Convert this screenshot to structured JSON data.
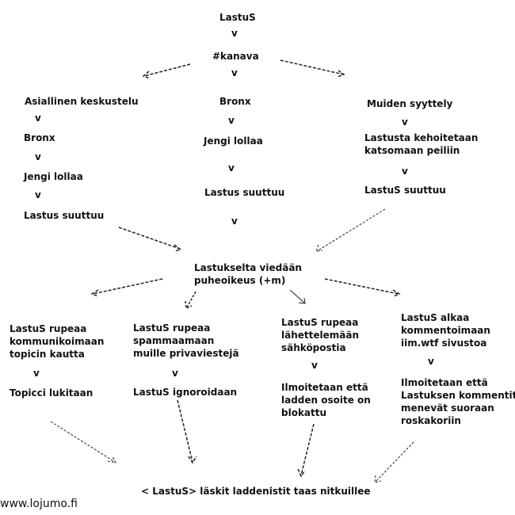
{
  "diagram": {
    "root": "LastuS",
    "channel": "#kanava",
    "branches_top": {
      "left": [
        "Asiallinen keskustelu",
        "Bronx",
        "Jengi lollaa",
        "Lastus suuttuu"
      ],
      "middle": [
        "Bronx",
        "Jengi lollaa",
        "Lastus suuttuu"
      ],
      "right": [
        "Muiden syyttely",
        "Lastusta kehoitetaan\nkatsomaan peiliin",
        "LastuS suuttuu"
      ]
    },
    "center": "Lastukselta viedään\npuheoikeus (+m)",
    "branches_bottom": {
      "b1": [
        "LastuS rupeaa\nkommunikoimaan\ntopicin kautta",
        "Topicci lukitaan"
      ],
      "b2": [
        "LastuS rupeaa\nspammaamaan\nmuille privaviestejä",
        "LastuS ignoroidaan"
      ],
      "b3": [
        "LastuS rupeaa\nlähettelemään\nsähköpostia",
        "Ilmoitetaan että\nladden osoite on\nblokattu"
      ],
      "b4": [
        "LastuS alkaa\nkommentoimaan\niim.wtf sivustoa",
        "Ilmoitetaan että\nLastuksen kommentit\nmenevät suoraan\nroskakoriin"
      ]
    },
    "final": "< LastuS> läskit laddenistit taas nitkuillee",
    "down_arrow_glyph": "v"
  },
  "footer": {
    "watermark": "www.lojumo.fi"
  }
}
